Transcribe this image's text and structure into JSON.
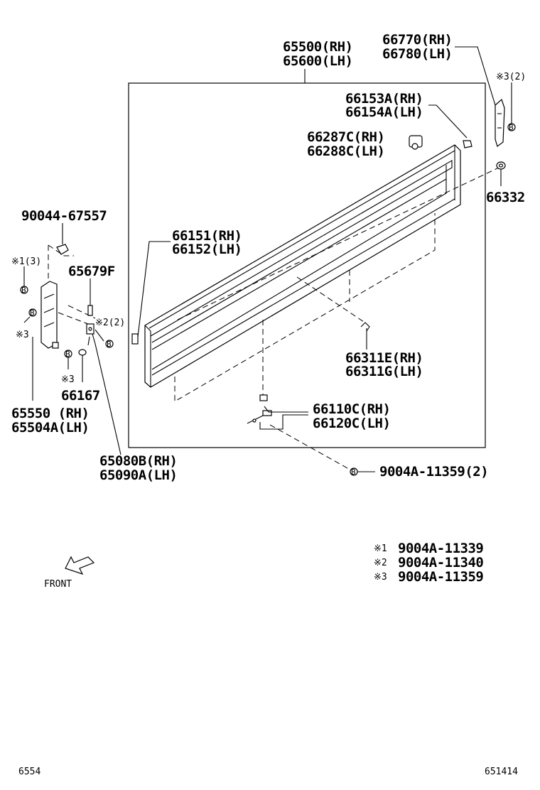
{
  "parts": {
    "panel_rh": "65500(RH)",
    "panel_lh": "65600(LH)",
    "hook_rh": "66770(RH)",
    "hook_lh": "66780(LH)",
    "hook_note": "※3(2)",
    "clip_a_rh": "66153A(RH)",
    "clip_a_lh": "66154A(LH)",
    "clip_c_rh": "66287C(RH)",
    "clip_c_lh": "66288C(LH)",
    "grommet": "66332",
    "bolt_top": "90044-67557",
    "note_left1": "※1(3)",
    "note_left2": "※2(2)",
    "note_left3": "※3",
    "note_left4": "※3",
    "bracket_f": "65679F",
    "seal_rh": "66151(RH)",
    "seal_lh": "66152(LH)",
    "bracket_rh": "65550 (RH)",
    "bracket_lh": "65504A(LH)",
    "bumper": "66167",
    "cable_rh": "65080B(RH)",
    "cable_lh": "65090A(LH)",
    "wire_rh": "66311E(RH)",
    "wire_lh": "66311G(LH)",
    "hinge_rh": "66110C(RH)",
    "hinge_lh": "66120C(LH)",
    "bolt_bottom": "9004A-11359(2)",
    "b_mark": "B"
  },
  "legend": [
    {
      "mark": "※1",
      "part": "9004A-11339"
    },
    {
      "mark": "※2",
      "part": "9004A-11340"
    },
    {
      "mark": "※3",
      "part": "9004A-11359"
    }
  ],
  "front_label": "FRONT",
  "page_code": "6554",
  "figure_id": "651414"
}
